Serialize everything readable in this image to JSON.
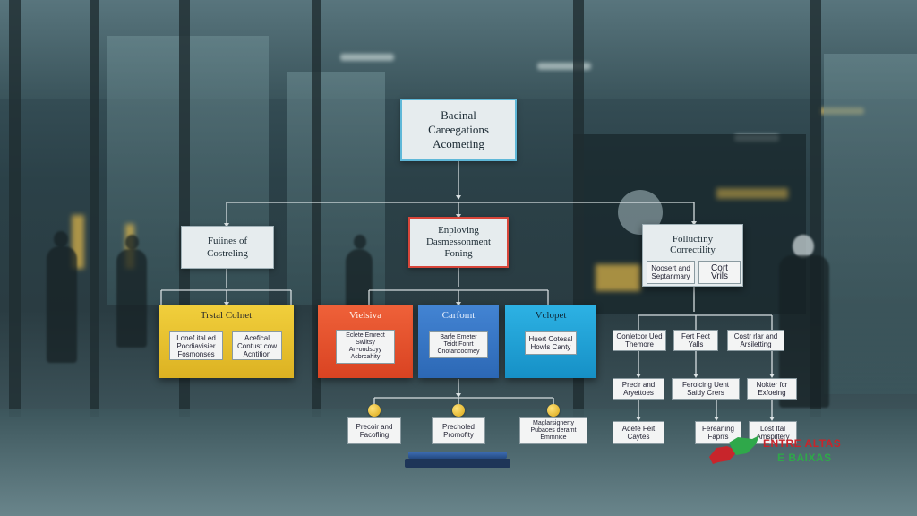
{
  "top_box": {
    "text": "Bacinal\nCareegations\nAcometing"
  },
  "level2": {
    "left": "Fuiines of\nCostreling",
    "center": "Enploving\nDasmessonment\nFoning",
    "right": "Folluctiny\nCorrectility",
    "right_sub1": "Noosert and\nSeptanmary",
    "right_sub2": "Cort Vrils"
  },
  "yellow_group": {
    "title": "Trstal Colnet",
    "color": "#e8c22e",
    "item1": "Lonef ital ed\nPocdiavisier\nFosmonses",
    "item2": "Acefical\nContust cow\nAcntition"
  },
  "red_group": {
    "title": "Vielsiva",
    "color": "#e5532d",
    "item": "Eclete Emrect\nSwiltsy\nArl-ondscyy\nAcbrcahity"
  },
  "blue_group": {
    "title": "Carfomt",
    "color": "#3777c8",
    "item": "Barfe Emeter\nTeidt Fonrt\nCnotancoomey"
  },
  "cyan_group": {
    "title": "Vclopet",
    "color": "#22a3d9",
    "item": "Huert Cotesal\nHowls Canty"
  },
  "bottom_center": {
    "item1": "Precoir and\nFacofling",
    "item2": "Precholed\nPromofity",
    "item3": "Maglarsignerty\nPubaces deramt\nEmmnice"
  },
  "right_tree": {
    "a1": "Conletcor Ued\nThemore",
    "a2": "Fert Fect\nYalls",
    "a3": "Costr rlar and\nArsiletting",
    "b1": "Precir and\nAryettoes",
    "b2": "Feroicing Uent\nSaidy Crers",
    "b3": "Nokter fcr\nExfoeing",
    "c1": "Adefe Feit\nCaytes",
    "c2": "Fereaning\nFaprrs",
    "c3": "Lost Ital\nAmspiltery"
  },
  "watermark": {
    "line1": "ENTRE ALTAS",
    "line2": "E BAIXAS",
    "color1": "#c8252b",
    "color2": "#2fa84a"
  }
}
